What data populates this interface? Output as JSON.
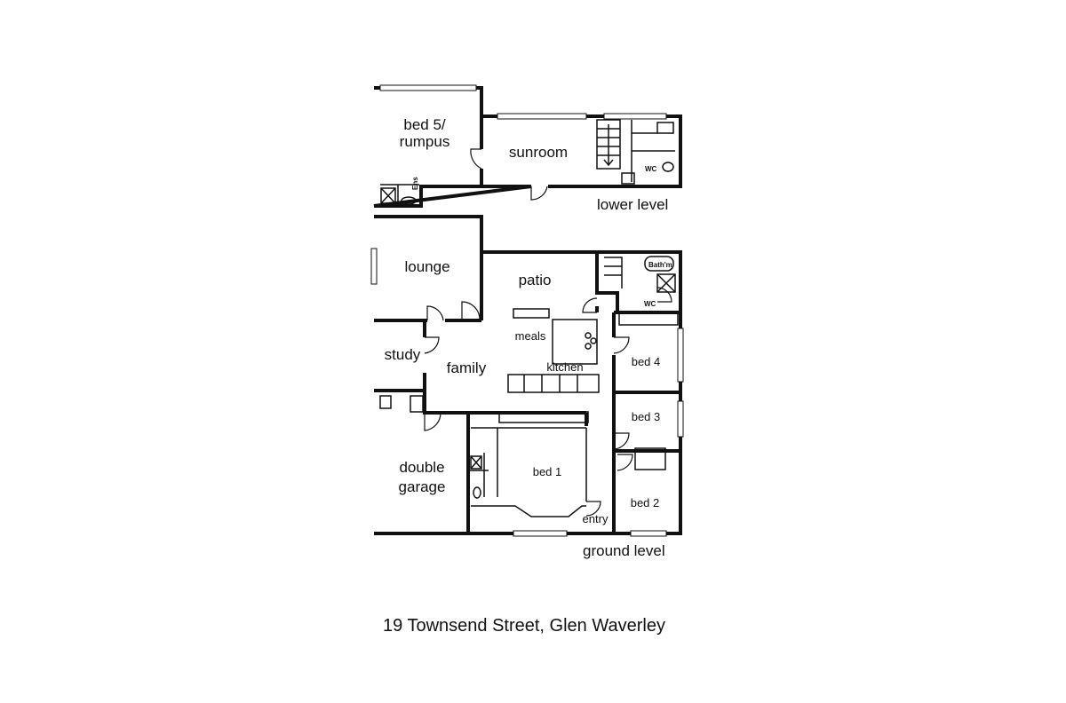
{
  "address": "19 Townsend Street, Glen Waverley",
  "levels": {
    "lower": "lower level",
    "ground": "ground level"
  },
  "rooms": {
    "bed5_line1": "bed 5/",
    "bed5_line2": "rumpus",
    "sunroom": "sunroom",
    "ensuite": "Ens",
    "wc_lower": "WC",
    "lounge": "lounge",
    "patio": "patio",
    "bathroom": "Bath'm",
    "wc_ground": "WC",
    "study": "study",
    "family": "family",
    "meals": "meals",
    "kitchen": "kitchen",
    "bed4": "bed 4",
    "bed3": "bed 3",
    "garage_line1": "double",
    "garage_line2": "garage",
    "bed1": "bed 1",
    "entry": "entry",
    "bed2": "bed 2"
  }
}
